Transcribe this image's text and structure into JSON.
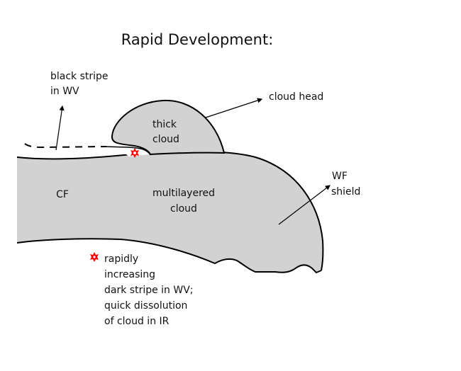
{
  "title": "Rapid Development:",
  "colors": {
    "cloud_fill": "#d2d2d2",
    "outline": "#000000",
    "text": "#111111",
    "marker": "#ff0000",
    "background": "#ffffff"
  },
  "labels": {
    "black_stripe": [
      "black stripe",
      "in WV"
    ],
    "cloud_head": "cloud head",
    "thick_cloud": [
      "thick",
      "cloud"
    ],
    "cf": "CF",
    "multilayered": [
      "multilayered",
      "cloud"
    ],
    "wf_shield": [
      "WF",
      "shield"
    ]
  },
  "legend": {
    "marker_icon": "red-star-icon",
    "lines": [
      "rapidly",
      "increasing",
      "dark stripe in WV;",
      "quick dissolution",
      "of cloud in IR"
    ]
  }
}
